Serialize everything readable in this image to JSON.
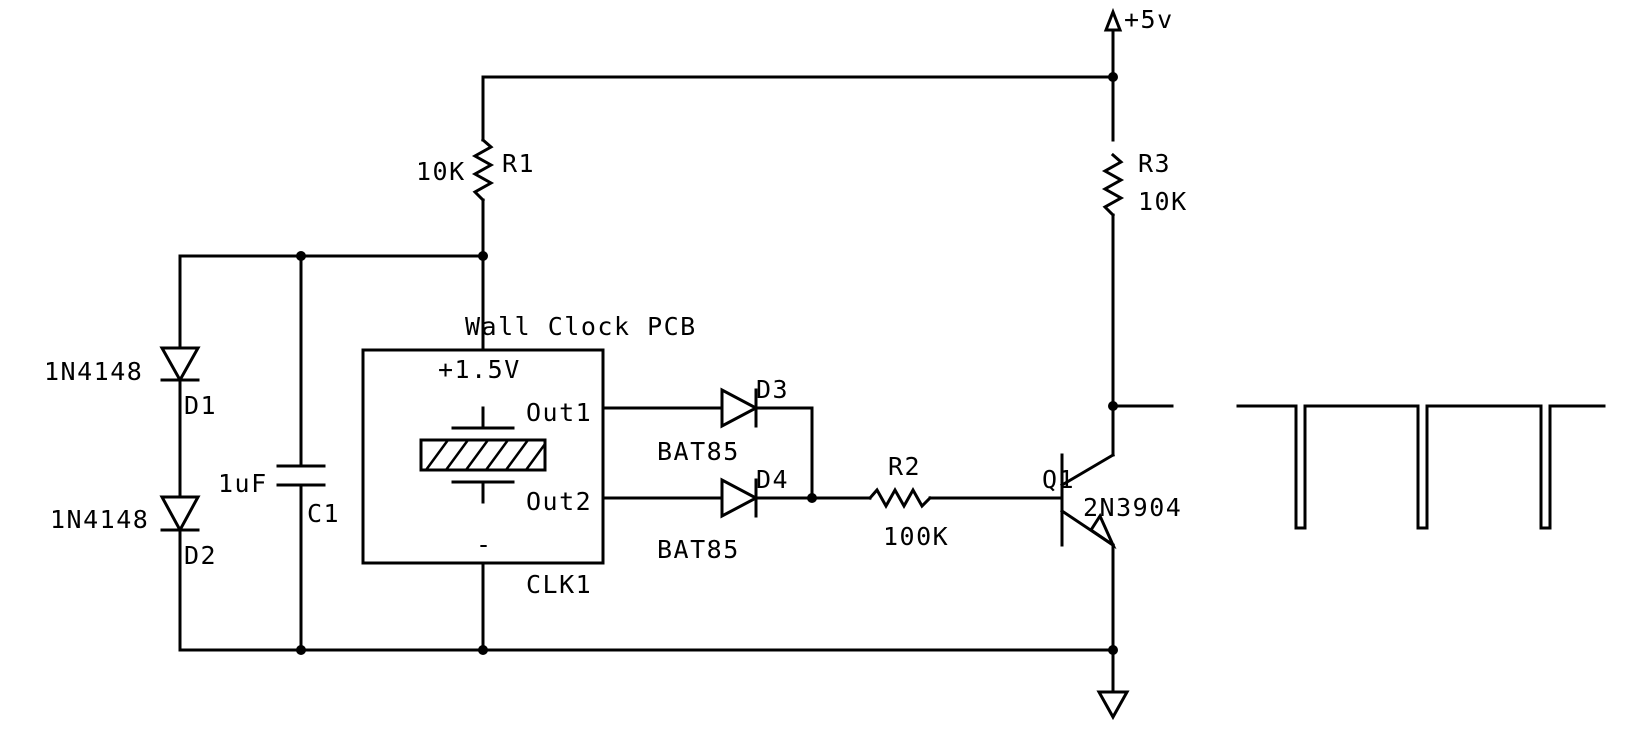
{
  "supply": {
    "label": "+5v"
  },
  "r1": {
    "ref": "R1",
    "value": "10K"
  },
  "r2": {
    "ref": "R2",
    "value": "100K"
  },
  "r3": {
    "ref": "R3",
    "value": "10K"
  },
  "c1": {
    "ref": "C1",
    "value": "1uF"
  },
  "d1": {
    "ref": "D1",
    "part": "1N4148"
  },
  "d2": {
    "ref": "D2",
    "part": "1N4148"
  },
  "d3": {
    "ref": "D3",
    "part": "BAT85"
  },
  "d4": {
    "ref": "D4",
    "part": "BAT85"
  },
  "q1": {
    "ref": "Q1",
    "part": "2N3904"
  },
  "clk1": {
    "title": "Wall Clock PCB",
    "ref": "CLK1",
    "pin_pos": "+1.5V",
    "pin_neg": "-",
    "out1": "Out1",
    "out2": "Out2"
  }
}
